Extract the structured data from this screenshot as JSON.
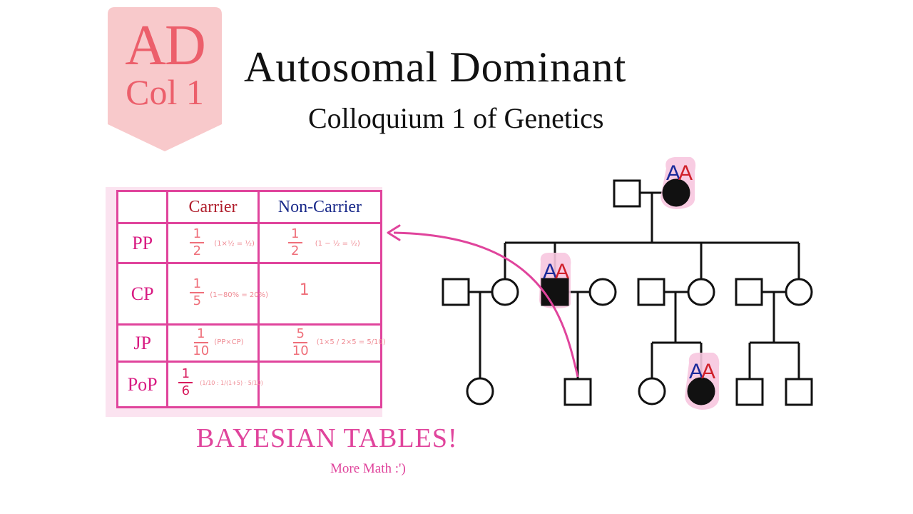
{
  "badge": {
    "code": "AD",
    "sub": "Col 1"
  },
  "header": {
    "title": "Autosomal Dominant",
    "subtitle": "Colloquium 1 of Genetics"
  },
  "table": {
    "columns": [
      "Carrier",
      "Non-Carrier"
    ],
    "rows": [
      {
        "label": "PP"
      },
      {
        "label": "CP"
      },
      {
        "label": "JP"
      },
      {
        "label": "PoP"
      }
    ],
    "cells": {
      "pp_carrier": {
        "num": "1",
        "den": "2",
        "note": "(1×½ = ½)"
      },
      "pp_non": {
        "num": "1",
        "den": "2",
        "note": "(1 − ½ = ½)"
      },
      "cp_carrier": {
        "num": "1",
        "den": "5",
        "note": "(1−80% = 20%)"
      },
      "cp_non": {
        "value": "1"
      },
      "jp_carrier": {
        "num": "1",
        "den": "10",
        "note": "(PP×CP)"
      },
      "jp_non": {
        "num": "5",
        "den": "10",
        "note": "(1×5 / 2×5 = 5/10)"
      },
      "pop_carrier": {
        "num": "1",
        "den": "6",
        "note": "(1/10 : 1/(1+5) · 5/10)"
      }
    }
  },
  "genotype_label": {
    "allele1": "A",
    "allele2": "A"
  },
  "caption": {
    "title": "BAYESIAN TABLES!",
    "sub": "More Math :')"
  },
  "colors": {
    "badge_bg": "#f8c9cb",
    "badge_text": "#ec5f6b",
    "accent_pink": "#e0449c",
    "allele_blue": "#1a2a9a",
    "allele_red": "#d0202a"
  }
}
